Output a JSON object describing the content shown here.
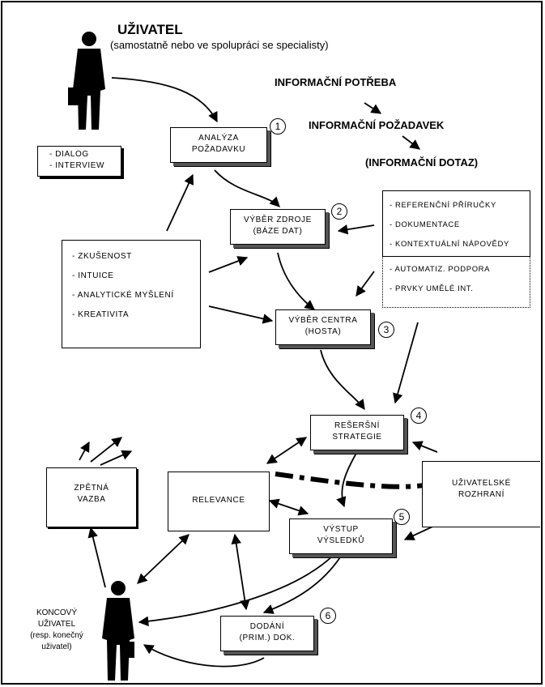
{
  "user": {
    "title": "UŽIVATEL",
    "subtitle": "(samostatně nebo ve spolupráci se specialisty)"
  },
  "info_chain": [
    "INFORMAČNÍ POTŘEBA",
    "INFORMAČNÍ POŽADAVEK",
    "(INFORMAČNÍ DOTAZ)"
  ],
  "dialog_box": [
    "- DIALOG",
    "- INTERVIEW"
  ],
  "steps": {
    "s1": {
      "lines": [
        "ANALÝZA",
        "POŽADAVKU"
      ],
      "num": "1"
    },
    "s2": {
      "lines": [
        "VÝBĚR ZDROJE",
        "(BÁZE DAT)"
      ],
      "num": "2"
    },
    "s3": {
      "lines": [
        "VÝBĚR CENTRA",
        "(HOSTA)"
      ],
      "num": "3"
    },
    "s4": {
      "lines": [
        "REŠERŠNÍ",
        "STRATEGIE"
      ],
      "num": "4"
    },
    "s5": {
      "lines": [
        "VÝSTUP",
        "VÝSLEDKŮ"
      ],
      "num": "5"
    },
    "s6": {
      "lines": [
        "DODÁNÍ",
        "(PRIM.) DOK."
      ],
      "num": "6"
    }
  },
  "skills": [
    "- ZKUŠENOST",
    "- INTUICE",
    "- ANALYTICKÉ MYŠLENÍ",
    "- KREATIVITA"
  ],
  "resources_top": [
    "- REFERENČNÍ PŘÍRUČKY",
    "- DOKUMENTACE",
    "- KONTEXTUÁLNÍ NÁPOVĚDY"
  ],
  "resources_bottom": [
    "- AUTOMATIZ. PODPORA",
    "- PRVKY UMĚLÉ INT."
  ],
  "feedback": [
    "ZPĚTNÁ",
    "VAZBA"
  ],
  "relevance": "RELEVANCE",
  "interface": [
    "UŽIVATELSKÉ",
    "ROZHRANÍ"
  ],
  "end_user": [
    "KONCOVÝ",
    "UŽIVATEL",
    "(resp. konečný",
    "uživatel)"
  ]
}
